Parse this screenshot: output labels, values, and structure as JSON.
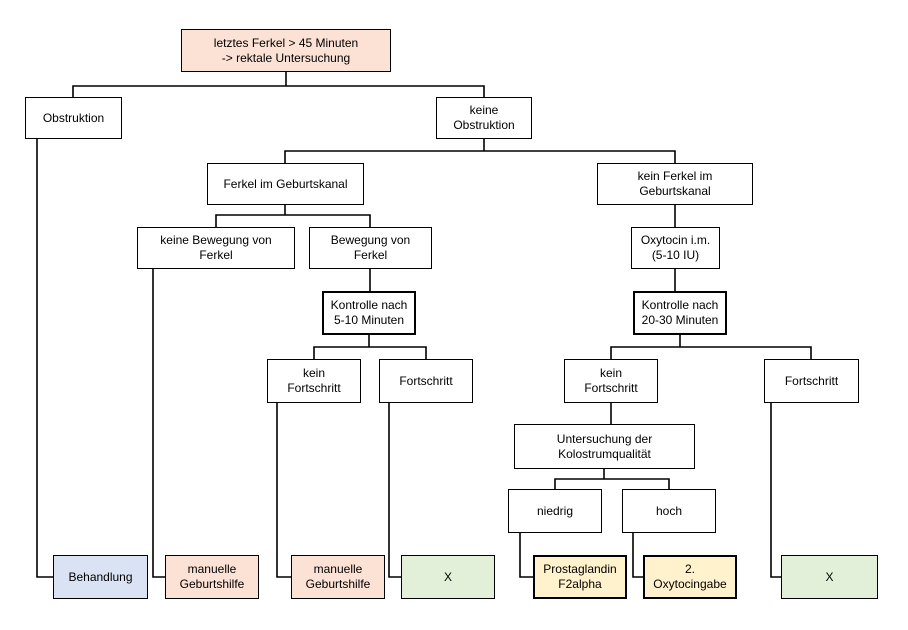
{
  "colors": {
    "line": "#000000",
    "root_fill": "#fbe2d5",
    "treatment_fill": "#dae3f3",
    "manual_fill": "#fbe2d5",
    "drug_fill": "#fff2cc",
    "ok_fill": "#e2f0d9"
  },
  "nodes": {
    "root": "letztes Ferkel > 45 Minuten\n-> rektale Untersuchung",
    "obstruktion": "Obstruktion",
    "keine_obstruktion": "keine\nObstruktion",
    "ferkel_im_kanal": "Ferkel im Geburtskanal",
    "kein_ferkel_im_kanal": "kein Ferkel im\nGeburtskanal",
    "keine_bewegung": "keine Bewegung von\nFerkel",
    "bewegung": "Bewegung von\nFerkel",
    "oxytocin": "Oxytocin i.m.\n(5-10 IU)",
    "kontrolle_5_10": "Kontrolle nach\n5-10 Minuten",
    "kontrolle_20_30": "Kontrolle nach\n20-30 Minuten",
    "kein_fortschritt_a": "kein\nFortschritt",
    "fortschritt_a": "Fortschritt",
    "kein_fortschritt_b": "kein\nFortschritt",
    "fortschritt_b": "Fortschritt",
    "kolostrum": "Untersuchung der\nKolostrumqualität",
    "niedrig": "niedrig",
    "hoch": "hoch",
    "behandlung": "Behandlung",
    "manuelle_1": "manuelle\nGeburtshilfe",
    "manuelle_2": "manuelle\nGeburtshilfe",
    "x_1": "X",
    "prostaglandin": "Prostaglandin\nF2alpha",
    "oxytocingabe": "2.\nOxytocingabe",
    "x_2": "X"
  }
}
